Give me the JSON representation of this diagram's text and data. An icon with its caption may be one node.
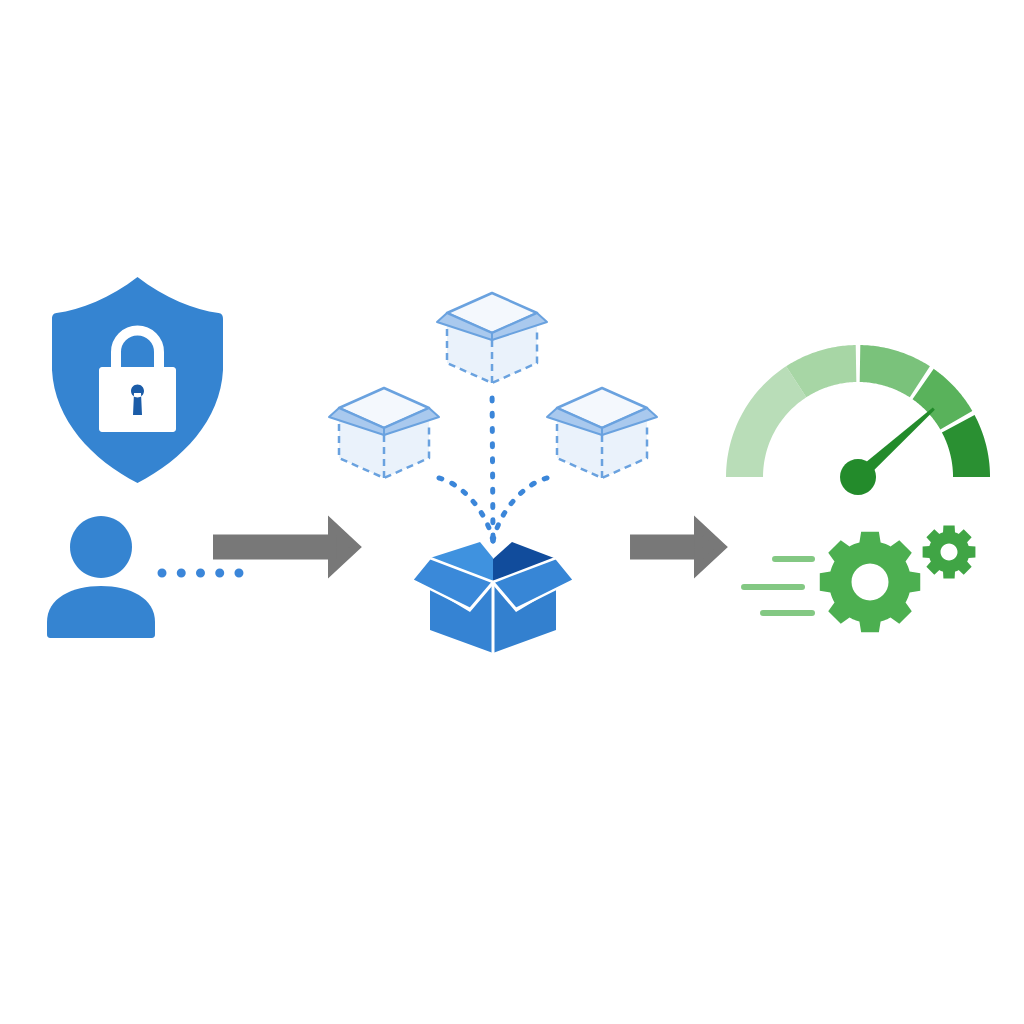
{
  "diagram": {
    "nodes": [
      {
        "text": [],
        "shape": "picture"
      },
      {
        "text": [],
        "shape": "person"
      },
      {
        "text": [],
        "shape": "picture"
      },
      {
        "text": [],
        "shape": "picture"
      },
      {
        "text": [],
        "shape": "picture"
      },
      {
        "text": [],
        "shape": "picture"
      },
      {
        "text": [],
        "shape": "picture"
      },
      {
        "text": [],
        "shape": "picture"
      }
    ],
    "edges": [
      {
        "from": 1,
        "to": null,
        "arrow": "none",
        "style": "dashed"
      },
      {
        "from": 1,
        "to": 5,
        "arrow": "to",
        "style": "thick",
        "color": "#787878"
      },
      {
        "from": 2,
        "to": 5,
        "arrow": "none",
        "style": "dashed"
      },
      {
        "from": 3,
        "to": 5,
        "arrow": "none",
        "style": "dashed"
      },
      {
        "from": 4,
        "to": 5,
        "arrow": "none",
        "style": "dashed"
      },
      {
        "from": 5,
        "to": 7,
        "arrow": "to",
        "style": "thick",
        "color": "#787878"
      }
    ]
  }
}
